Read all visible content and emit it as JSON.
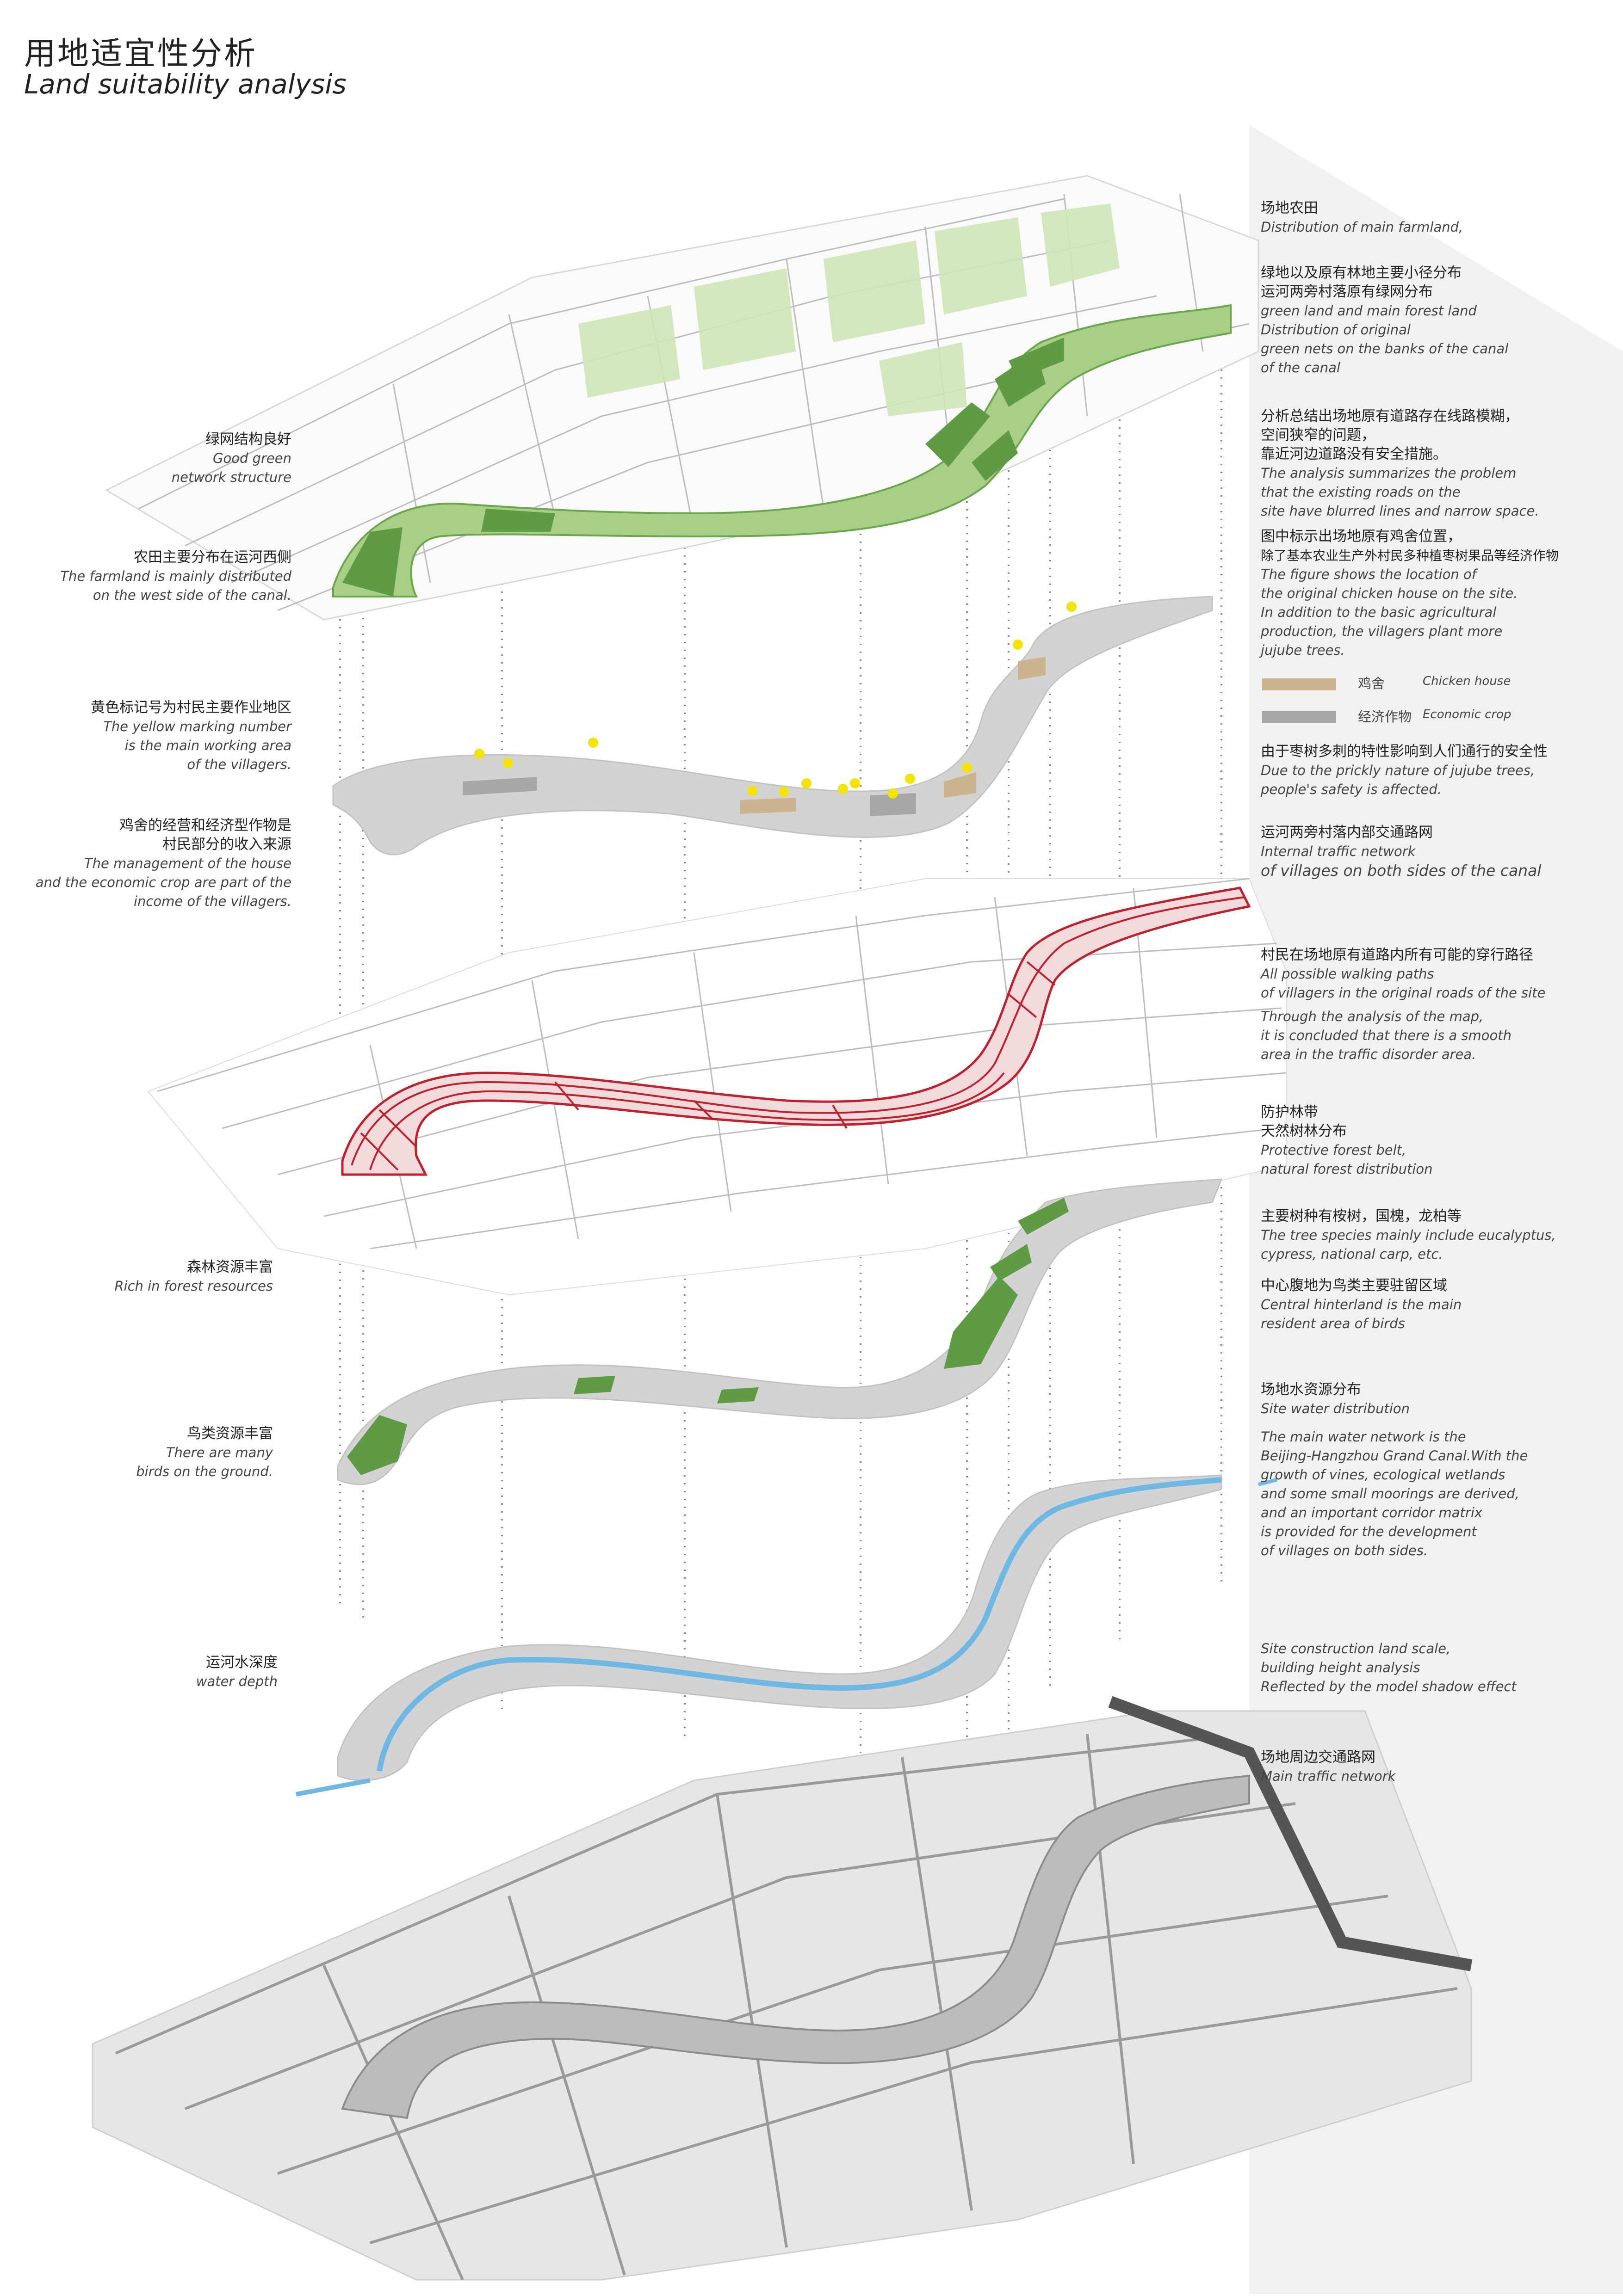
{
  "header": {
    "title_cn": "用地适宜性分析",
    "title_en": "Land suitability analysis"
  },
  "left_notes": [
    {
      "cn": "绿网结构良好",
      "en": [
        "Good green",
        "network structure"
      ]
    },
    {
      "cn": "农田主要分布在运河西侧",
      "en": [
        "The farmland is mainly distributed",
        "on the west side of the canal."
      ]
    },
    {
      "cn": "黄色标记号为村民主要作业地区",
      "en": [
        "The yellow marking number",
        "is the main working area",
        "of the villagers."
      ]
    },
    {
      "cn": "鸡舍的经营和经济型作物是",
      "cn2": "村民部分的收入来源",
      "en": [
        "The management of the house",
        "and the economic crop are part of the",
        "income of the villagers."
      ]
    },
    {
      "cn": "森林资源丰富",
      "en": [
        "Rich in forest resources"
      ]
    },
    {
      "cn": "鸟类资源丰富",
      "en": [
        "There are many",
        "birds on the ground."
      ]
    },
    {
      "cn": "运河水深度",
      "en": [
        "water depth"
      ]
    }
  ],
  "right_notes": {
    "farmland": {
      "cn": "场地农田",
      "en": [
        "Distribution of main farmland,"
      ]
    },
    "green": {
      "cn": [
        "绿地以及原有林地主要小径分布",
        "运河两旁村落原有绿网分布"
      ],
      "en": [
        "green land and main forest land",
        "Distribution of original",
        "green nets on the banks of the canal",
        "of the canal"
      ]
    },
    "roads": {
      "cn": [
        "分析总结出场地原有道路存在线路模糊，",
        "空间狭窄的问题，",
        "靠近河边道路没有安全措施。"
      ],
      "en": [
        "The analysis summarizes the problem",
        "that the existing roads on the",
        "site have blurred lines and narrow space."
      ]
    },
    "chicken": {
      "cn": [
        "图中标示出场地原有鸡舍位置，",
        "除了基本农业生产外村民多种植枣树果品等经济作物"
      ],
      "en": [
        "The figure shows the location of",
        "the original chicken house on the site.",
        "In addition to the basic agricultural",
        "production, the villagers plant more",
        "jujube trees."
      ]
    },
    "legend": [
      {
        "cn": "鸡舍",
        "en": "Chicken house",
        "color": "#cbb48f"
      },
      {
        "cn": "经济作物",
        "en": "Economic crop",
        "color": "#a7a7a7"
      }
    ],
    "jujube": {
      "cn": [
        "由于枣树多刺的特性影响到人们通行的安全性"
      ],
      "en": [
        "Due to the prickly nature of jujube trees,",
        "people's safety is affected."
      ]
    },
    "traffic": {
      "cn": [
        "运河两旁村落内部交通路网"
      ],
      "en": [
        "Internal traffic network",
        "of villages on both sides of the canal"
      ]
    },
    "paths": {
      "cn": [
        "村民在场地原有道路内所有可能的穿行路径"
      ],
      "en": [
        "All possible walking paths",
        "of villagers in the original roads of the site",
        "",
        "Through the analysis of the map,",
        "it is concluded that there is a smooth",
        "area in the traffic disorder area."
      ]
    },
    "forest": {
      "cn": [
        "防护林带",
        "天然树林分布"
      ],
      "en": [
        "Protective forest belt,",
        "natural forest distribution"
      ]
    },
    "species": {
      "cn": [
        "主要树种有桉树，国槐，龙柏等"
      ],
      "en": [
        "The tree species mainly include eucalyptus,",
        "cypress, national carp, etc."
      ]
    },
    "birds": {
      "cn": [
        "中心腹地为鸟类主要驻留区域"
      ],
      "en": [
        "Central hinterland is the main",
        "resident area of birds"
      ]
    },
    "water": {
      "cn": [
        "场地水资源分布"
      ],
      "en": [
        "Site water distribution",
        "",
        "The main water network is the",
        "Beijing-Hangzhou Grand Canal.With the",
        "growth of vines, ecological wetlands",
        "and some small moorings are derived,",
        "and an important corridor matrix",
        "is provided for the development",
        "of villages on both sides."
      ]
    },
    "scale": {
      "cn": [],
      "en": [
        "Site construction land scale,",
        "building height analysis",
        "Reflected by the model shadow effect"
      ]
    },
    "main_traffic": {
      "cn": [
        "场地周边交通路网"
      ],
      "en": [
        "Main traffic network"
      ]
    }
  },
  "colors": {
    "green_light": "#cfe6b8",
    "green_dark": "#5f9a45",
    "road_red": "#c0202c",
    "water_blue": "#6fb8e3",
    "yellow": "#f2e400",
    "layer_gray": "#d6d6d6"
  }
}
